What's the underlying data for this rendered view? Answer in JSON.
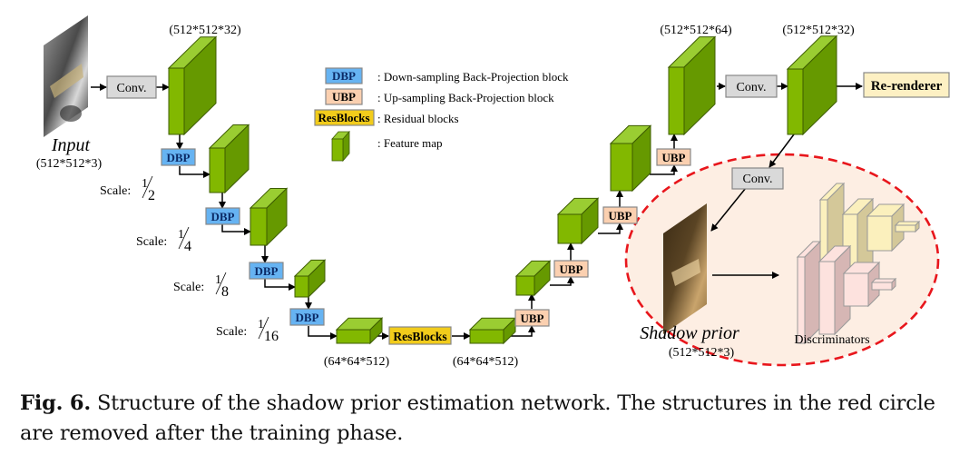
{
  "figure": {
    "input": {
      "label": "Input",
      "dims": "(512*512*3)"
    },
    "conv_label": "Conv.",
    "rerenderer_label": "Re-renderer",
    "top_dims": {
      "encoder_first": "(512*512*32)",
      "decoder_last": "(512*512*64)",
      "output": "(512*512*32)"
    },
    "bottleneck_dims": {
      "left": "(64*64*512)",
      "right": "(64*64*512)"
    },
    "dbp_label": "DBP",
    "ubp_label": "UBP",
    "resblocks_label": "ResBlocks",
    "scales": [
      {
        "prefix": "Scale:",
        "num": "1",
        "den": "2"
      },
      {
        "prefix": "Scale:",
        "num": "1",
        "den": "4"
      },
      {
        "prefix": "Scale:",
        "num": "1",
        "den": "8"
      },
      {
        "prefix": "Scale:",
        "num": "1",
        "den": "16"
      }
    ],
    "legend": [
      {
        "key": "DBP",
        "text": ": Down-sampling Back-Projection block"
      },
      {
        "key": "UBP",
        "text": ": Up-sampling Back-Projection block"
      },
      {
        "key": "ResBlocks",
        "text": ": Residual blocks"
      },
      {
        "key": "feature-map",
        "text": ": Feature map"
      }
    ],
    "shadow_prior": {
      "label": "Shadow prior",
      "dims": "(512*512*3)"
    },
    "discriminators_label": "Discriminators",
    "colors": {
      "feature_front": "#82b800",
      "feature_top": "#9acd32",
      "feature_side": "#669900",
      "dbp": "#66b3f2",
      "ubp": "#fbd0b0",
      "resblocks": "#f2cc1b",
      "conv": "#d9d9d9",
      "rerenderer": "#fdf0c3",
      "training_region_fill": "#fdeee3",
      "training_region_stroke": "#e8161c",
      "disc_yellow": "#fbf0bd",
      "disc_pink": "#fde2de"
    }
  },
  "caption": {
    "label": "Fig. 6.",
    "text": " Structure of the shadow prior estimation network. The structures in the red circle are removed after the training phase."
  }
}
